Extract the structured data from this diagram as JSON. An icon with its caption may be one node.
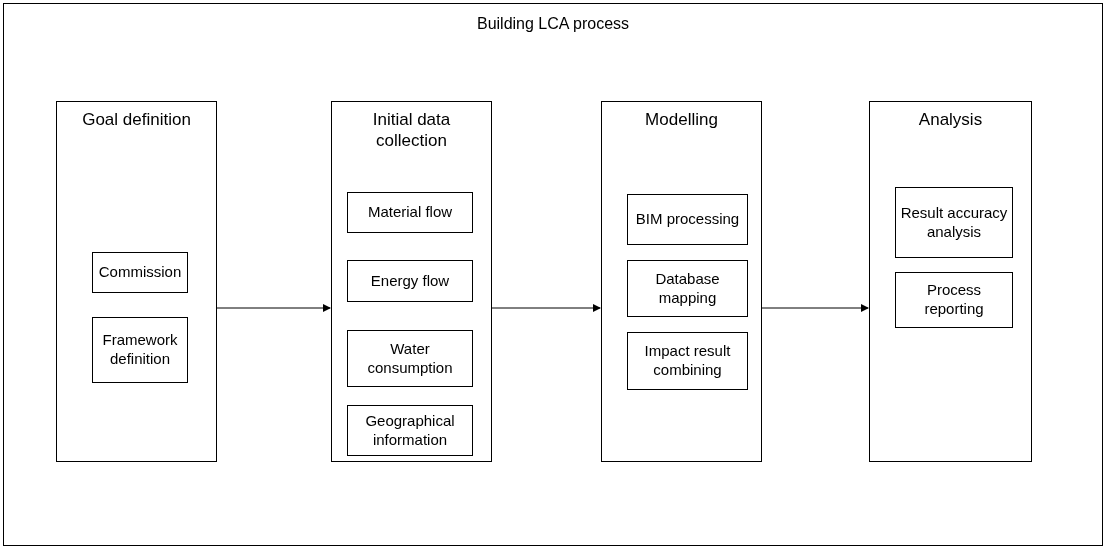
{
  "diagram": {
    "nodes": [
      {
        "text": [
          "Building LCA process"
        ]
      },
      {
        "text": [
          "Goal definition"
        ],
        "in": 0
      },
      {
        "text": [
          "Commission"
        ],
        "in": 1
      },
      {
        "text": [
          "Framework definition"
        ],
        "in": 1
      },
      {
        "text": [
          "Initial data collection"
        ],
        "in": 0
      },
      {
        "text": [
          "Material flow"
        ],
        "in": 4
      },
      {
        "text": [
          "Energy flow"
        ],
        "in": 4
      },
      {
        "text": [
          "Water consumption"
        ],
        "in": 4
      },
      {
        "text": [
          "Geographical information"
        ],
        "in": 4
      },
      {
        "text": [
          "Modelling"
        ],
        "in": 0
      },
      {
        "text": [
          "BIM processing"
        ],
        "in": 9
      },
      {
        "text": [
          "Database mapping"
        ],
        "in": 9
      },
      {
        "text": [
          "Impact result combining"
        ],
        "in": 9
      },
      {
        "text": [
          "Analysis"
        ],
        "in": 0
      },
      {
        "text": [
          "Result accuracy analysis"
        ],
        "in": 13
      },
      {
        "text": [
          "Process reporting"
        ],
        "in": 13
      }
    ],
    "edges": [
      {
        "from": 1,
        "to": 4,
        "arrow": "to"
      },
      {
        "from": 4,
        "to": 9,
        "arrow": "to"
      },
      {
        "from": 9,
        "to": 13,
        "arrow": "to"
      }
    ]
  }
}
